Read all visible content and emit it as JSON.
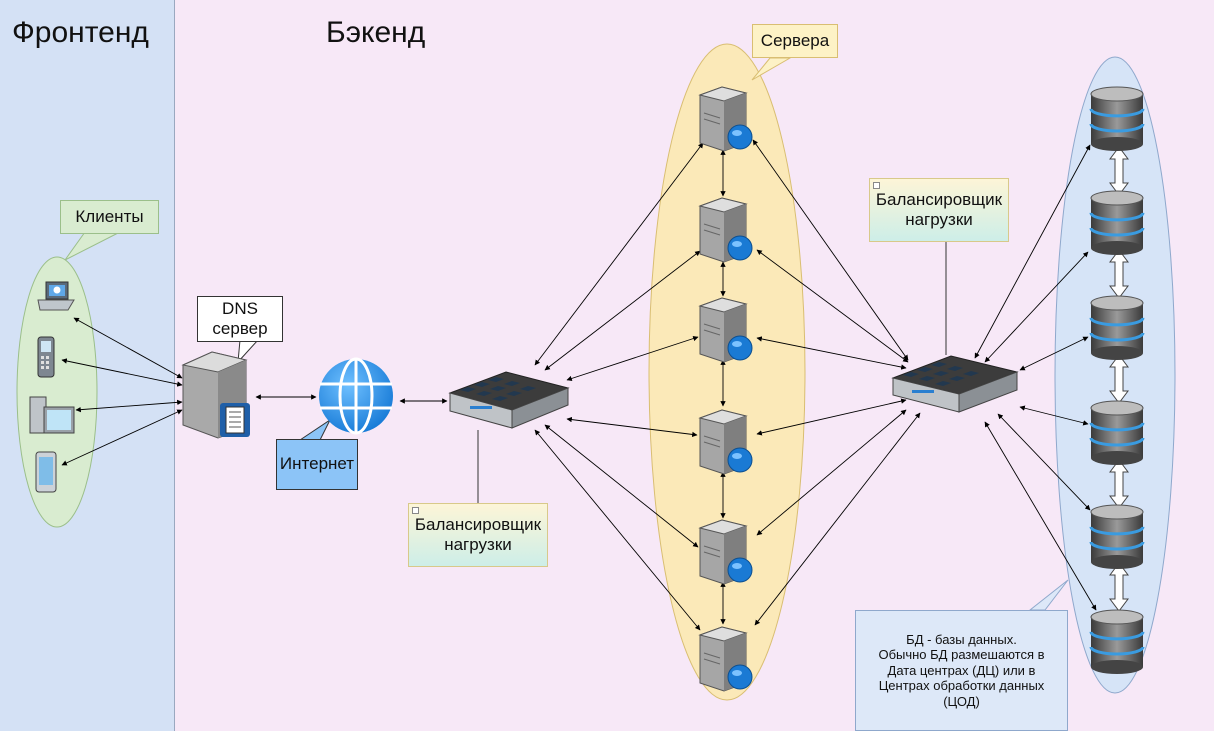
{
  "zones": {
    "frontend": "Фронтенд",
    "backend": "Бэкенд"
  },
  "callouts": {
    "clients": "Клиенты",
    "dns_line1": "DNS",
    "dns_line2": "сервер",
    "internet": "Интернет",
    "servers": "Сервера",
    "lb1_line1": "Балансировщик",
    "lb1_line2": "нагрузки",
    "lb2_line1": "Балансировщик",
    "lb2_line2": "нагрузки",
    "db_note": "БД - базы данных.\nОбычно БД размешаются в Дата центрах (ДЦ) или в Центрах обработки данных (ЦОД)"
  },
  "icons": {
    "clients": [
      "laptop-icon",
      "mobile-phone-icon",
      "desktop-computer-icon",
      "tablet-icon"
    ],
    "dns": "dns-server-icon",
    "internet": "globe-icon",
    "load_balancer": "rack-server-icon",
    "server": "web-server-icon",
    "database": "database-icon"
  },
  "colors": {
    "frontend_bg": "#d4e1f5",
    "backend_bg": "#f7e8f7",
    "clients_oval": "#d9ecd0",
    "servers_oval": "#fbe9b8",
    "db_oval": "#d6e4f7",
    "internet_box": "#8cc4f7",
    "note_box": "#dde8f8"
  }
}
